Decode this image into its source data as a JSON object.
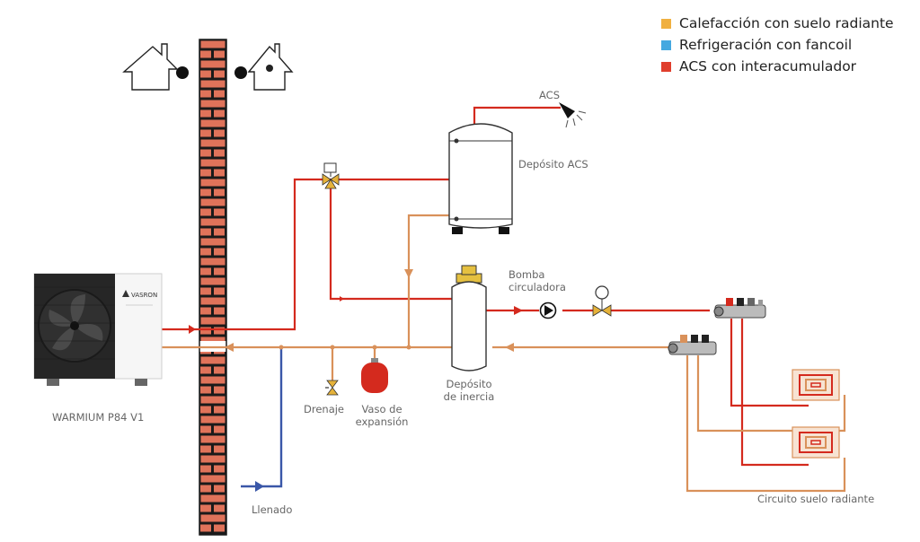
{
  "legend": [
    {
      "label": "Calefacción con suelo radiante",
      "color": "#f0b040"
    },
    {
      "label": "Refrigeración con fancoil",
      "color": "#45a8e0"
    },
    {
      "label": "ACS con interacumulador",
      "color": "#e03e2d"
    }
  ],
  "colors": {
    "red_pipe": "#d42a1e",
    "orange_pipe": "#d9915a",
    "blue_pipe": "#3a57a8",
    "brick": "#e0735a",
    "mortar": "#1a1a1a"
  },
  "labels": {
    "acs": "ACS",
    "deposito_acs": "Depósito ACS",
    "bomba_1": "Bomba",
    "bomba_2": "circuladora",
    "deposito_inercia_1": "Depósito",
    "deposito_inercia_2": "de inercia",
    "drenaje": "Drenaje",
    "vaso_1": "Vaso de",
    "vaso_2": "expansión",
    "unit_name": "WARMIUM P84 V1",
    "llenado": "Llenado",
    "circuito": "Circuito suelo radiante",
    "brand": "VASRON"
  },
  "icons": [
    "house-icon",
    "house-icon",
    "shower-icon",
    "pump-icon",
    "motor-valve-icon",
    "three-way-valve-icon",
    "drain-valve-icon",
    "expansion-vessel-icon",
    "floor-coil-icon",
    "manifold-icon",
    "heat-pump-unit"
  ]
}
